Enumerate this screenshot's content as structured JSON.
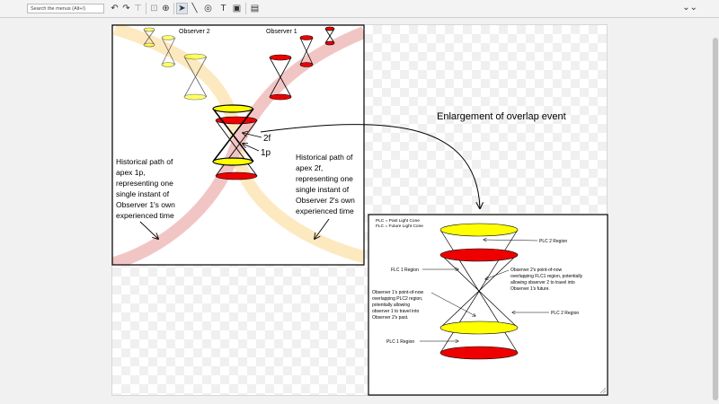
{
  "toolbar": {
    "search_placeholder": "Search the menus (Alt+/)",
    "buttons": [
      "undo-icon",
      "redo-icon",
      "paint-format-icon",
      "crop-icon",
      "zoom-icon",
      "select-icon",
      "line-icon",
      "shape-icon",
      "textbox-icon",
      "image-icon",
      "comment-icon"
    ],
    "collapse_icon": "chevrons-up-icon"
  },
  "main": {
    "observer2": "Observer 2",
    "observer1": "Observer 1",
    "label_2f": "2f",
    "label_1p": "1p",
    "note_left": [
      "Historical path of",
      "apex 1p,",
      "representing one",
      "single instant of",
      "Observer 1's own",
      "experienced time"
    ],
    "note_right": [
      "Historical path of",
      "apex 2f,",
      "representing one",
      "single instant of",
      "Observer 2's own",
      "experienced time"
    ],
    "colors": {
      "red": "#ee0000",
      "yellow": "#ffff00",
      "red_path": "#f2c5c5",
      "yellow_path": "#fde9c0"
    }
  },
  "title": "Enlargement of overlap event",
  "inset": {
    "legend": [
      "PLC = Past Light Cone",
      "FLC = Future Light Cone"
    ],
    "plc2_top": "PLC 2 Region",
    "flc1": "FLC 1 Region",
    "flc1_note": [
      "Observer 2's point-of-now",
      "overlapping FLC1 region, potentially",
      "allowing observer 2 to travel into",
      "Observer 1's future."
    ],
    "plc2_note": [
      "Observer 1's point-of-now",
      "overlapping PLC2 region,",
      "potentially allowing",
      "observer 1 to travel into",
      "Observer 2's past."
    ],
    "plc2_right": "PLC 2 Region",
    "plc1": "PLC 1 Region"
  }
}
